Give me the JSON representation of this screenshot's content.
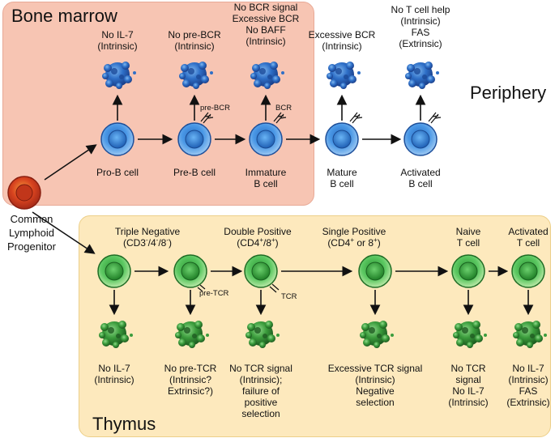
{
  "regions": {
    "bone_marrow": "Bone marrow",
    "periphery": "Periphery",
    "thymus": "Thymus"
  },
  "progenitor": {
    "label": [
      "Common",
      "Lymphoid",
      "Progenitor"
    ]
  },
  "bcells": {
    "stages": [
      {
        "name": [
          "Pro-B cell"
        ],
        "fate": [
          "No IL-7",
          "(Intrinsic)"
        ]
      },
      {
        "name": [
          "Pre-B cell"
        ],
        "fate": [
          "No pre-BCR",
          "(Intrinsic)"
        ],
        "receptor": "pre-BCR"
      },
      {
        "name": [
          "Immature",
          "B cell"
        ],
        "fate": [
          "No BCR signal",
          "Excessive BCR",
          "No BAFF",
          "(Intrinsic)"
        ],
        "receptor": "BCR"
      },
      {
        "name": [
          "Mature",
          "B cell"
        ],
        "fate": [
          "Excessive BCR",
          "(Intrinsic)"
        ]
      },
      {
        "name": [
          "Activated",
          "B cell"
        ],
        "fate": [
          "No T cell help",
          "(Intrinsic)",
          "FAS",
          "(Extrinsic)"
        ]
      }
    ]
  },
  "tcells": {
    "headers": [
      {
        "text": "Triple Negative",
        "sub": "(CD3-/4-/8-)"
      },
      {
        "text": "Double Positive",
        "sub": "(CD4+/8+)"
      },
      {
        "text": "Single Positive",
        "sub": "(CD4+ or 8+)"
      },
      {
        "text": "Naive",
        "sub": "T cell"
      },
      {
        "text": "Activated",
        "sub": "T cell"
      }
    ],
    "receptors": {
      "pre_tcr": "pre-TCR",
      "tcr": "TCR"
    },
    "fates": [
      [
        "No IL-7",
        "(Intrinsic)"
      ],
      [
        "No pre-TCR",
        "(Intrinsic?",
        "Extrinsic?)"
      ],
      [
        "No TCR signal",
        "(Intrinsic);",
        "failure of",
        "positive",
        "selection"
      ],
      [
        "Excessive TCR signal",
        "(Intrinsic)",
        "Negative",
        "selection"
      ],
      [
        "No TCR",
        "signal",
        "No IL-7",
        "(Intrinsic)"
      ],
      [
        "No IL-7",
        "(Intrinsic)",
        "FAS",
        "(Extrinsic)"
      ]
    ]
  },
  "colors": {
    "bone_marrow_bg": "#f7c5b3",
    "thymus_bg": "#fde9bd",
    "bcell_blue": "#3a86d8",
    "tcell_green": "#3fae45",
    "progenitor_red": "#d8431f"
  }
}
